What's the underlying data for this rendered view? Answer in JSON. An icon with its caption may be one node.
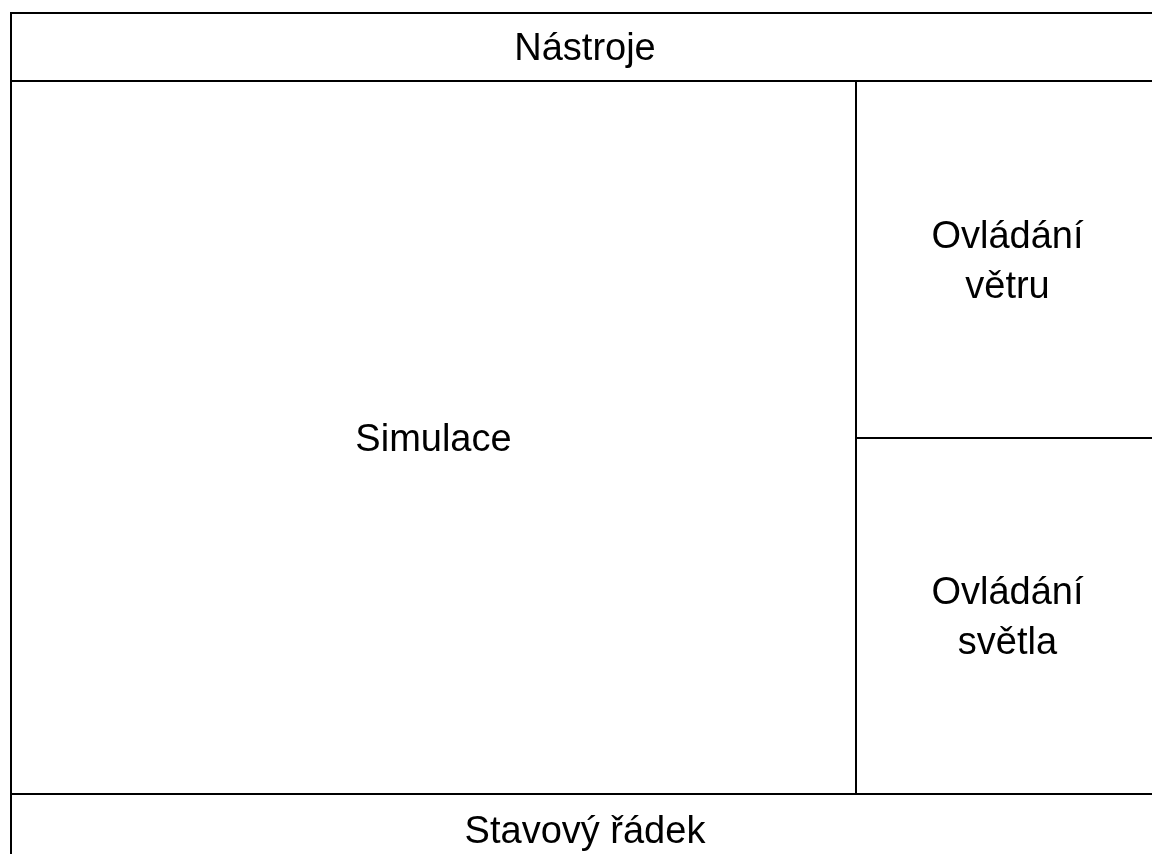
{
  "diagram": {
    "nodes": [
      {
        "text": [
          "Nástroje"
        ]
      },
      {
        "text": [
          "Simulace"
        ]
      },
      {
        "text": [
          "Ovládání větru"
        ]
      },
      {
        "text": [
          "Ovládání světla"
        ]
      },
      {
        "text": [
          "Stavový řádek"
        ]
      }
    ]
  }
}
